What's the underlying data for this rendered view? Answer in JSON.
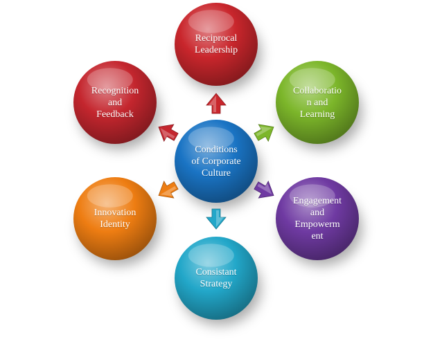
{
  "center": {
    "label": "Conditions\nof Corporate\nCulture",
    "color": "#1a74c4"
  },
  "nodes": [
    {
      "id": "reciprocal-leadership",
      "label": "Reciprocal\nLeadership",
      "color": "#c9262c"
    },
    {
      "id": "collaboration-learning",
      "label": "Collaboratio\nn and\nLearning",
      "color": "#7cb62a"
    },
    {
      "id": "engagement-empowerment",
      "label": "Engagement\nand\nEmpowerm\nent",
      "color": "#6f3aa2"
    },
    {
      "id": "consistant-strategy",
      "label": "Consistant\nStrategy",
      "color": "#22a7c9"
    },
    {
      "id": "innovation-identity",
      "label": "Innovation\nIdentity",
      "color": "#ee7d12"
    },
    {
      "id": "recognition-feedback",
      "label": "Recognition\nand\nFeedback",
      "color": "#c4262e"
    }
  ]
}
